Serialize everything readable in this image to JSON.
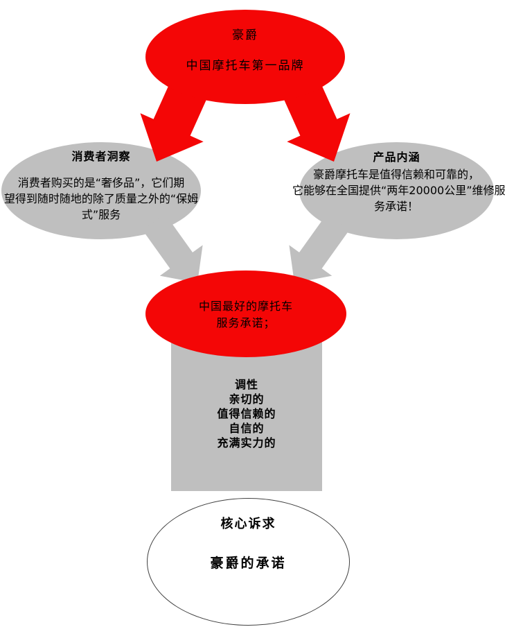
{
  "colors": {
    "red": "#f40606",
    "gray": "#bfbfbf",
    "text": "#000000",
    "outline": "#404040"
  },
  "nodes": {
    "brand": {
      "line1": "豪爵",
      "line2": "中国摩托车第一品牌"
    },
    "consumer_insight": {
      "title": "消费者洞察",
      "lines": [
        "消费者购买的是“奢侈品”，它们期",
        "望得到随时随地的除了质量之外的“保姆",
        "式”服务"
      ]
    },
    "product_connotation": {
      "title": "产品内涵",
      "lines": [
        "豪爵摩托车是值得信赖和可靠的，",
        "它能够在全国提供“两年20000公里”维修服",
        "务承诺！"
      ]
    },
    "service_promise": {
      "line1": "中国最好的摩托车",
      "line2": "服务承诺；"
    },
    "tone": {
      "title": "调性",
      "items": [
        "亲切的",
        "值得信赖的",
        "自信的",
        "充满实力的"
      ]
    },
    "core_appeal": {
      "title": "核心诉求",
      "body": "豪爵的承诺"
    }
  }
}
